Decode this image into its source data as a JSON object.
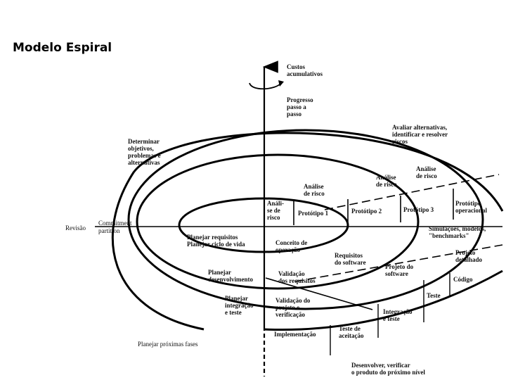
{
  "title": "Modelo Espiral",
  "labels": {
    "custos": [
      "Custos",
      "acumulativos"
    ],
    "progresso": [
      "Progresso",
      "passo a",
      "passo"
    ],
    "determinar": [
      "Determinar",
      "objetivos,",
      "problemas e",
      "alternativas"
    ],
    "avaliar_alt": [
      "Avaliar alternativas,",
      "identificar e resolver",
      "riscos"
    ],
    "analise_risco_4": [
      "Análise",
      "de risco"
    ],
    "analise_risco_3": [
      "Análise",
      "de risco"
    ],
    "analise_risco_2": [
      "Análise",
      "de risco"
    ],
    "analise_risco_1": [
      "Análi-",
      "se de",
      "risco"
    ],
    "prototipo_1": "Protótipo 1",
    "prototipo_2": "Protótipo 2",
    "prototipo_3": "Protótipo 3",
    "prototipo_op": [
      "Protótipo",
      "operacional"
    ],
    "revisao": "Revisão",
    "commitment": [
      "Commitment",
      "partition"
    ],
    "simulacoes": [
      "Simulações, modelos,",
      "\"benchmarks\""
    ],
    "planejar_req": [
      "Planejar requisitos",
      "Planejar ciclo de vida"
    ],
    "conceito": [
      "Conceito de",
      "operação"
    ],
    "requisitos_sw": [
      "Requisitos",
      "do software"
    ],
    "projeto_detalhado": [
      "Projeto",
      "detalhado"
    ],
    "planejar_desenv": [
      "Planejar",
      "desenvolvimento"
    ],
    "validacao_req": [
      "Validação",
      "dos requisitos"
    ],
    "projeto_sw": [
      "Projeto do",
      "software"
    ],
    "codigo": "Código",
    "planejar_integ": [
      "Planejar",
      "integração",
      "e teste"
    ],
    "validacao_proj": [
      "Validação do",
      "projeto e",
      "verificação"
    ],
    "teste": "Teste",
    "integracao": [
      "Integração",
      "e teste"
    ],
    "implementacao": "Implementação",
    "teste_aceitacao": [
      "Teste de",
      "aceitação"
    ],
    "planejar_proximas": "Planejar próximas fases",
    "desenvolver": [
      "Desenvolver, verificar",
      "o produto do próximo nível"
    ]
  }
}
